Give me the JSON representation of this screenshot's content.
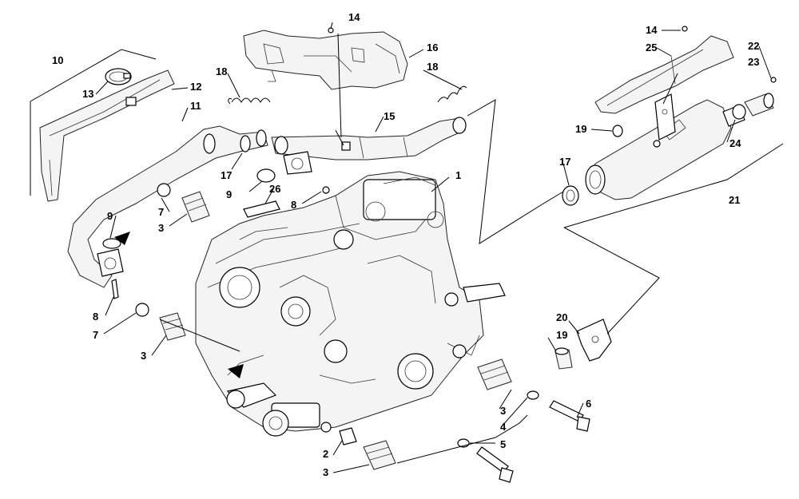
{
  "diagram": {
    "callouts": [
      "14",
      "16",
      "18",
      "10",
      "13",
      "12",
      "11",
      "15",
      "18",
      "17",
      "9",
      "26",
      "8",
      "1",
      "7",
      "3",
      "9",
      "8",
      "7",
      "3",
      "14",
      "25",
      "22",
      "23",
      "19",
      "24",
      "17",
      "21",
      "20",
      "19",
      "6",
      "3",
      "4",
      "5",
      "2",
      "3"
    ]
  }
}
